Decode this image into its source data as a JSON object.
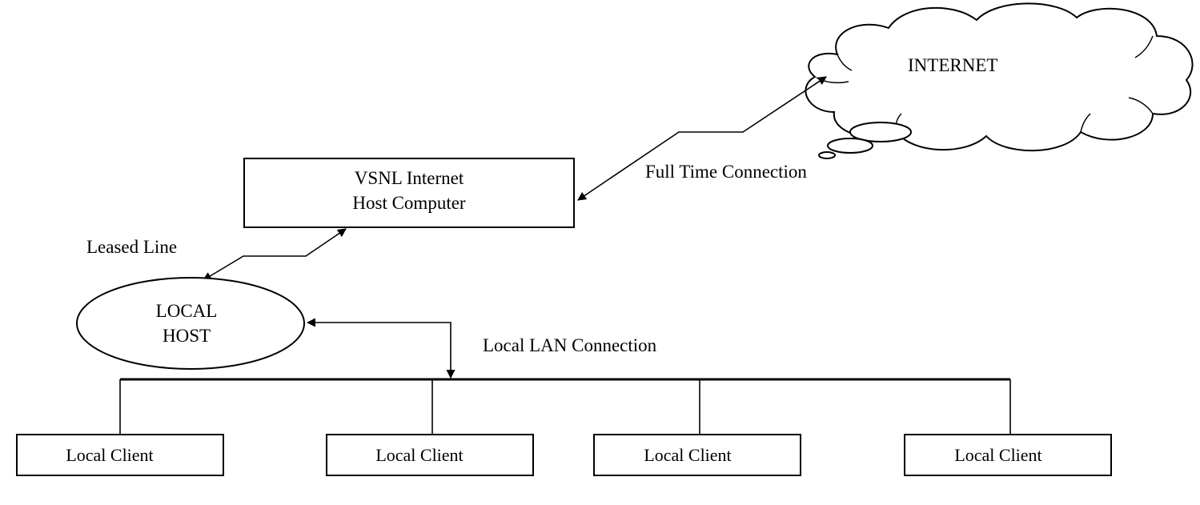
{
  "diagram": {
    "cloud_label": "INTERNET",
    "host_computer_line1": "VSNL Internet",
    "host_computer_line2": "Host Computer",
    "full_time_connection_label": "Full Time Connection",
    "leased_line_label": "Leased Line",
    "local_host_line1": "LOCAL",
    "local_host_line2": "HOST",
    "lan_connection_label": "Local LAN Connection",
    "clients": [
      {
        "label": "Local Client"
      },
      {
        "label": "Local Client"
      },
      {
        "label": "Local Client"
      },
      {
        "label": "Local Client"
      }
    ]
  },
  "colors": {
    "stroke": "#000000",
    "background": "#ffffff"
  }
}
